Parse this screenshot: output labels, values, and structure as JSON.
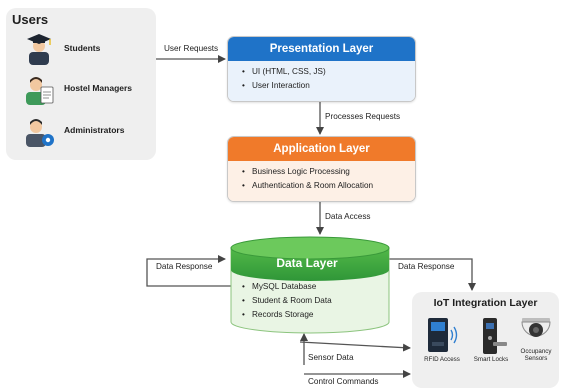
{
  "users": {
    "title": "Users",
    "items": [
      {
        "label": "Students",
        "icon": "student-icon"
      },
      {
        "label": "Hostel Managers",
        "icon": "hostel-manager-icon"
      },
      {
        "label": "Administrators",
        "icon": "administrator-icon"
      }
    ]
  },
  "layers": {
    "presentation": {
      "title": "Presentation Layer",
      "items": [
        "UI (HTML, CSS, JS)",
        "User Interaction"
      ],
      "color": "#1f73c8"
    },
    "application": {
      "title": "Application Layer",
      "items": [
        "Business Logic Processing",
        "Authentication & Room Allocation"
      ],
      "color": "#f07a2a"
    },
    "data": {
      "title": "Data Layer",
      "items": [
        "MySQL Database",
        "Student & Room Data",
        "Records Storage"
      ],
      "color": "#3aa843"
    }
  },
  "iot": {
    "title": "IoT Integration Layer",
    "devices": [
      {
        "label": "RFID Access",
        "icon": "rfid-reader-icon"
      },
      {
        "label": "Smart Locks",
        "icon": "smart-lock-icon"
      },
      {
        "label": "Occupancy Sensors",
        "icon": "occupancy-sensor-icon"
      }
    ]
  },
  "flows": {
    "user_requests": "User Requests",
    "processes_requests": "Processes Requests",
    "data_access": "Data Access",
    "data_response_left": "Data Response",
    "data_response_right": "Data Response",
    "sensor_data": "Sensor Data",
    "control_commands": "Control Commands"
  }
}
